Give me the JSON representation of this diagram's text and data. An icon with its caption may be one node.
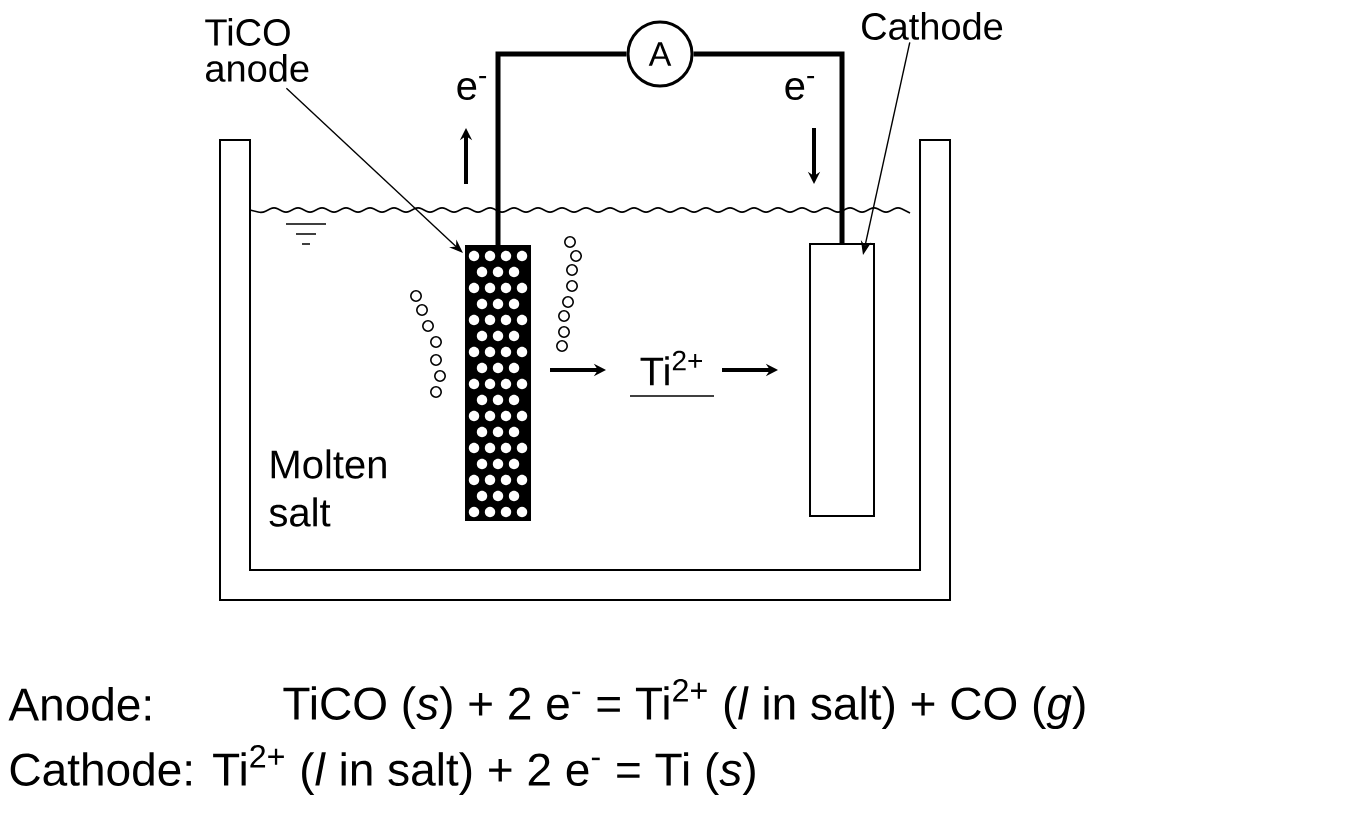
{
  "diagram": {
    "nodes": [
      {
        "text": [
          "TiCO anode"
        ]
      },
      {
        "text": [],
        "shape": "bar"
      },
      {
        "text": [
          "Cathode"
        ]
      },
      {
        "text": [],
        "shape": "bar"
      },
      {
        "text": [
          "A"
        ]
      }
    ],
    "edges": [
      {
        "from": 0,
        "to": 1,
        "arrow": "to"
      },
      {
        "from": 2,
        "to": 3,
        "arrow": "to"
      },
      {
        "from": 1,
        "to": 4,
        "arrow": "none",
        "style": "thick"
      },
      {
        "from": 4,
        "to": 3,
        "arrow": "none",
        "style": "thick"
      }
    ],
    "labels": [
      "e$^{-}$",
      "e$^{-}$",
      "Ti$^{2+}$",
      "Molten salt",
      "Anode:",
      "TiCO (*s*) + 2 e$^{-}$ = Ti$^{2+}$ (*l* in salt) + CO (*g*)",
      "Cathode: Ti$^{2+}$ (*l* in salt) + 2 e$^{-}$ = Ti (*s*)"
    ]
  }
}
